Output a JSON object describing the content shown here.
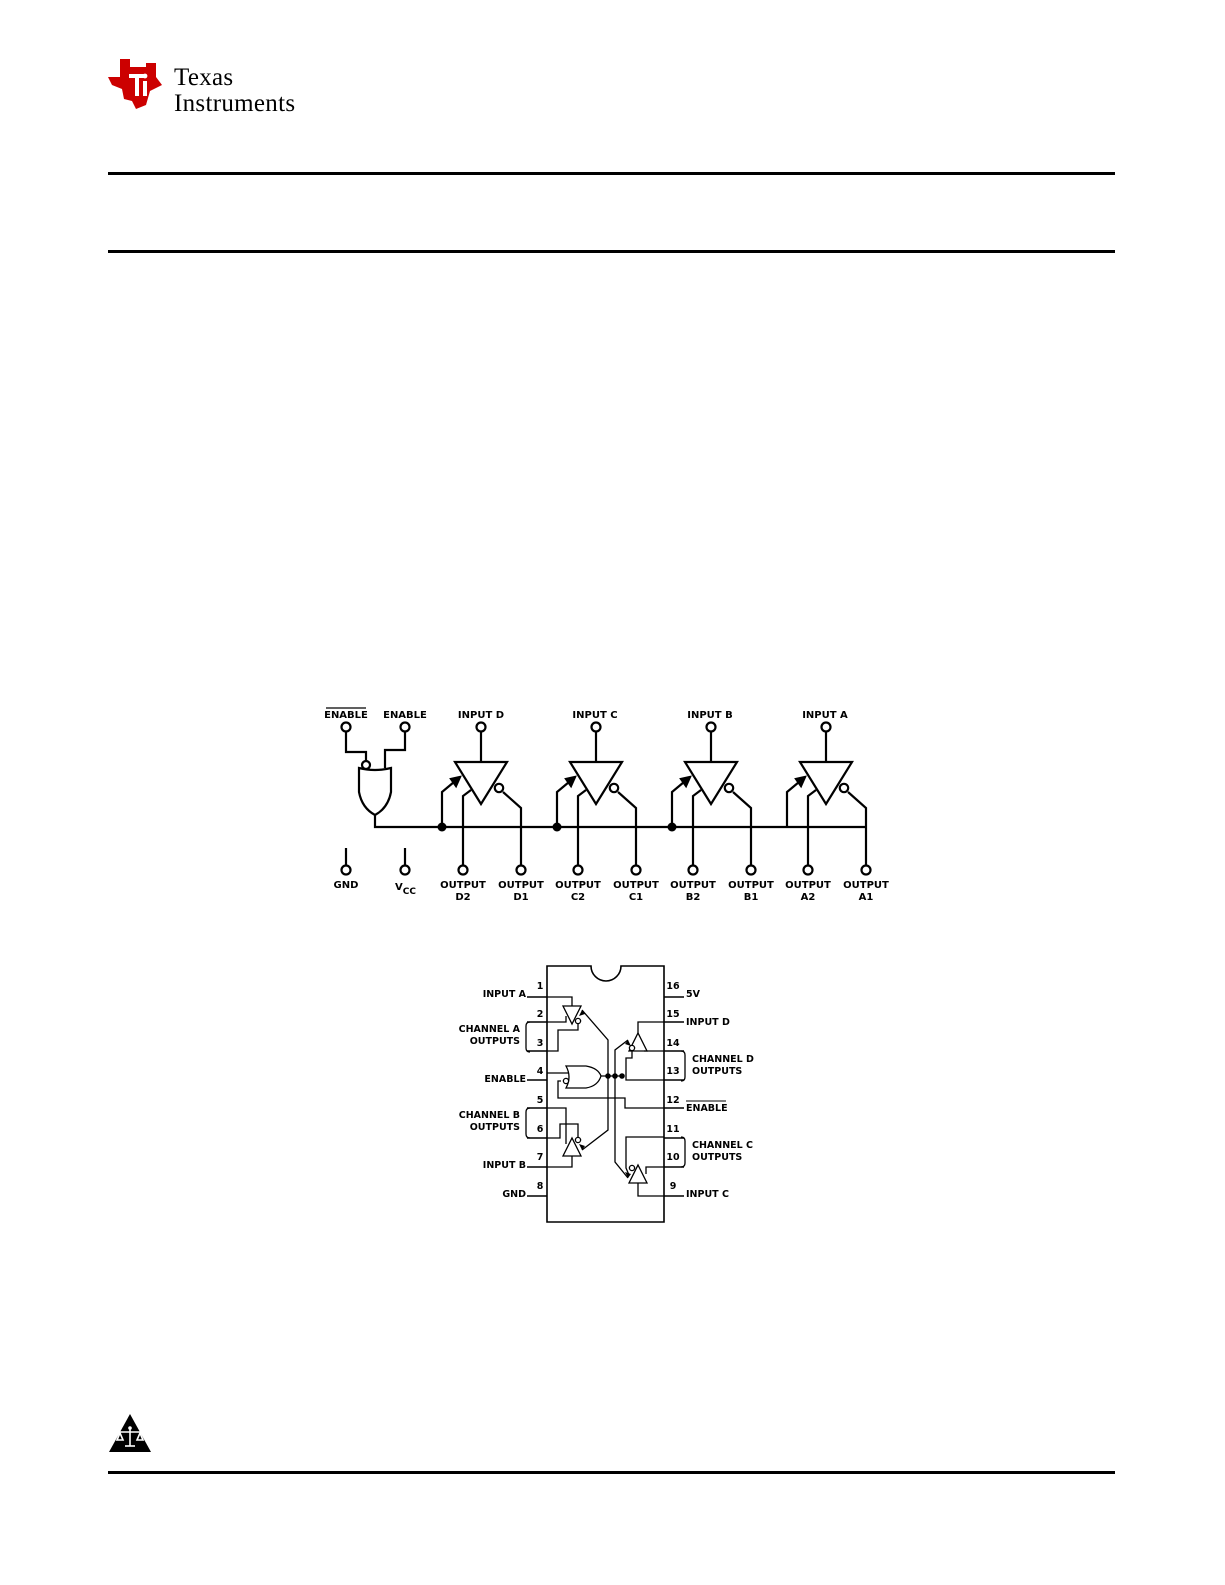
{
  "header": {
    "brand_line_1": "Texas",
    "brand_line_2": "Instruments",
    "brand_red": "#cc0000"
  },
  "logic_diagram": {
    "enable_bar_label": "ENABLE",
    "enable_label": "ENABLE",
    "gnd_label": "GND",
    "vcc_label": "V",
    "vcc_subscript": "CC",
    "channels": [
      {
        "input": "INPUT D",
        "out_left": [
          "OUTPUT",
          "D2"
        ],
        "out_right": [
          "OUTPUT",
          "D1"
        ]
      },
      {
        "input": "INPUT C",
        "out_left": [
          "OUTPUT",
          "C2"
        ],
        "out_right": [
          "OUTPUT",
          "C1"
        ]
      },
      {
        "input": "INPUT B",
        "out_left": [
          "OUTPUT",
          "B2"
        ],
        "out_right": [
          "OUTPUT",
          "B1"
        ]
      },
      {
        "input": "INPUT A",
        "out_left": [
          "OUTPUT",
          "A2"
        ],
        "out_right": [
          "OUTPUT",
          "A1"
        ]
      }
    ]
  },
  "pinout": {
    "left_pins": [
      {
        "num": "1",
        "label": "INPUT A"
      },
      {
        "num": "2",
        "label": ""
      },
      {
        "num": "3",
        "label": ""
      },
      {
        "num": "4",
        "label": "ENABLE"
      },
      {
        "num": "5",
        "label": ""
      },
      {
        "num": "6",
        "label": ""
      },
      {
        "num": "7",
        "label": "INPUT B"
      },
      {
        "num": "8",
        "label": "GND"
      }
    ],
    "right_pins": [
      {
        "num": "16",
        "label": "5V"
      },
      {
        "num": "15",
        "label": "INPUT D"
      },
      {
        "num": "14",
        "label": ""
      },
      {
        "num": "13",
        "label": ""
      },
      {
        "num": "12",
        "label": "ENABLE"
      },
      {
        "num": "11",
        "label": ""
      },
      {
        "num": "10",
        "label": ""
      },
      {
        "num": "9",
        "label": "INPUT C"
      }
    ],
    "group_labels": {
      "channel_a": [
        "CHANNEL A",
        "OUTPUTS"
      ],
      "channel_b": [
        "CHANNEL B",
        "OUTPUTS"
      ],
      "channel_d": [
        "CHANNEL D",
        "OUTPUTS"
      ],
      "channel_c": [
        "CHANNEL C",
        "OUTPUTS"
      ]
    }
  },
  "footer": {
    "warning_icon": "scales-of-justice-warning-icon"
  }
}
